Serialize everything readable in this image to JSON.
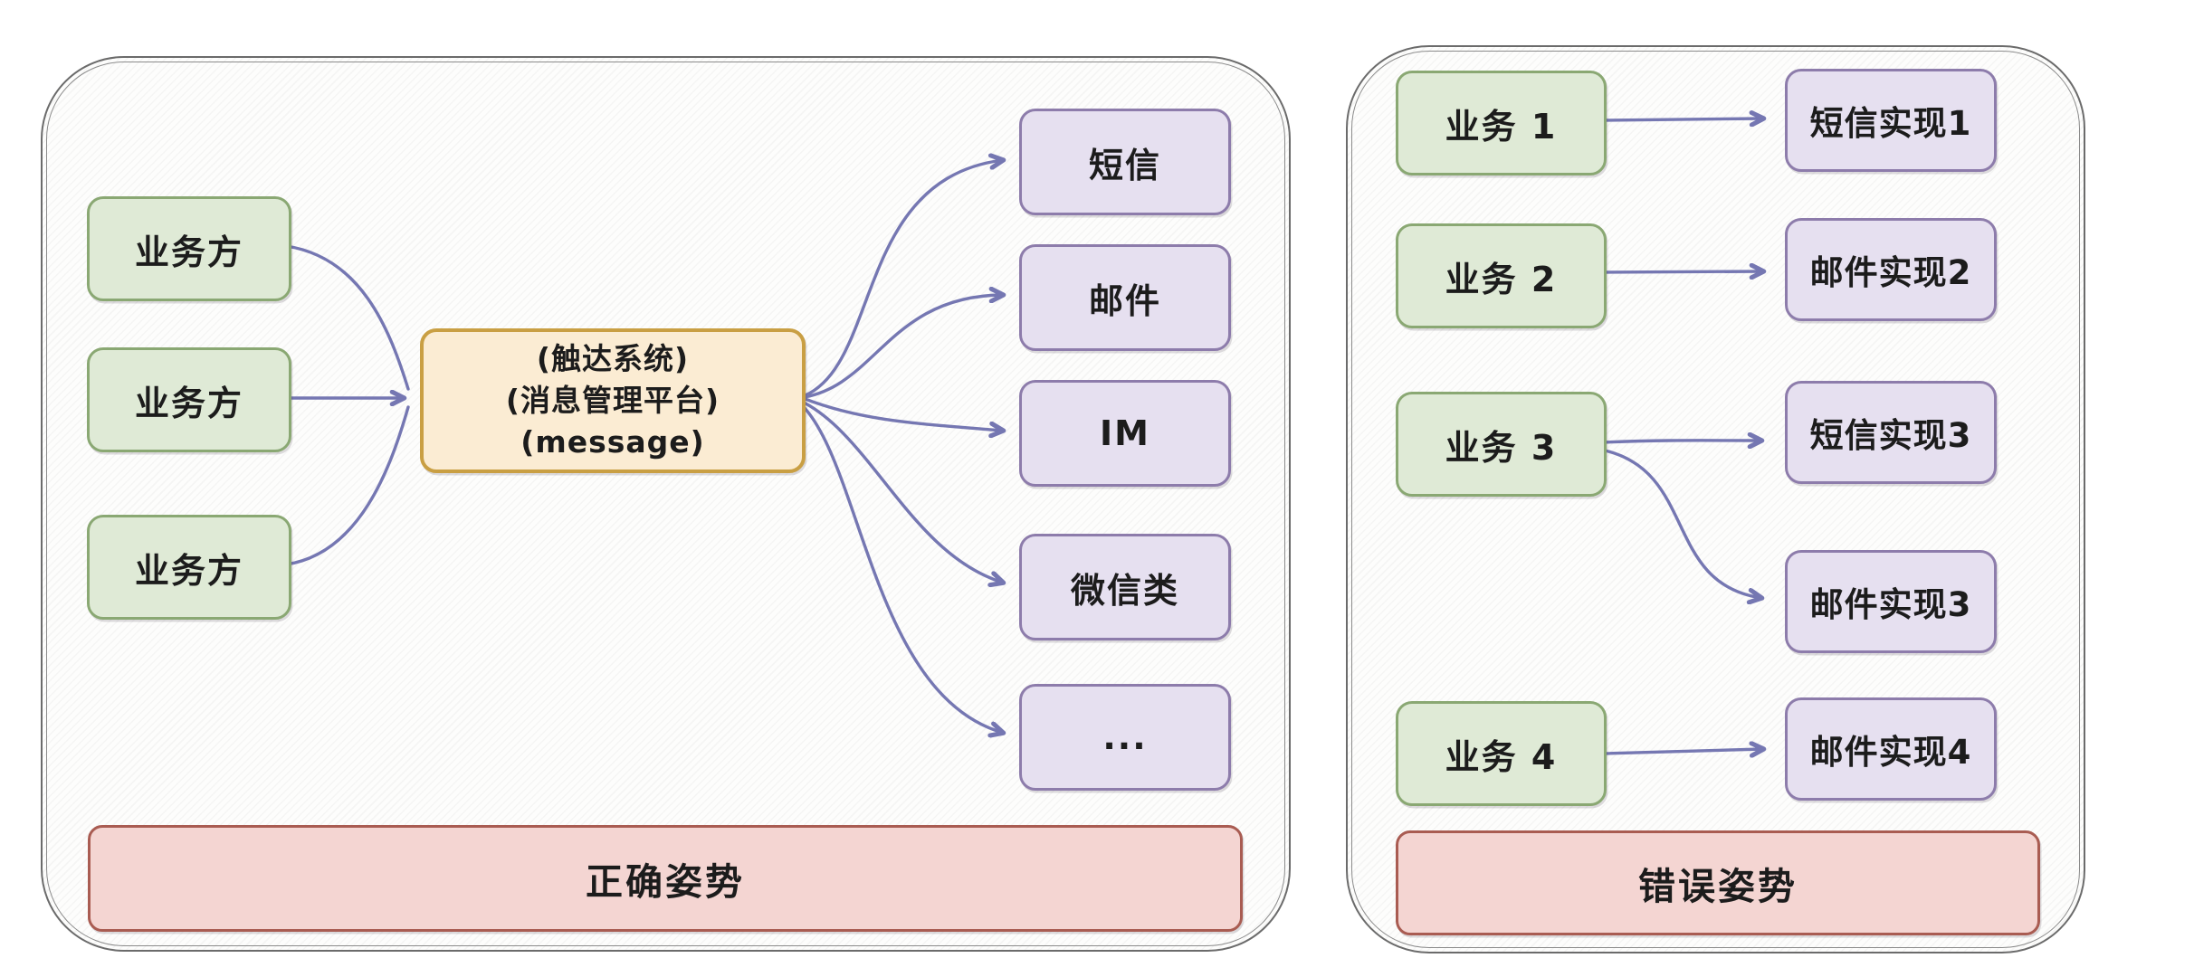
{
  "diagram": {
    "left_panel": {
      "caption": "正确姿势",
      "sources": [
        {
          "label": "业务方"
        },
        {
          "label": "业务方"
        },
        {
          "label": "业务方"
        }
      ],
      "hub": {
        "line1": "(触达系统)",
        "line2": "(消息管理平台)",
        "line3": "(message)"
      },
      "channels": [
        {
          "label": "短信"
        },
        {
          "label": "邮件"
        },
        {
          "label": "IM"
        },
        {
          "label": "微信类"
        },
        {
          "label": "..."
        }
      ]
    },
    "right_panel": {
      "caption": "错误姿势",
      "services": [
        {
          "label": "业务 1"
        },
        {
          "label": "业务 2"
        },
        {
          "label": "业务 3"
        },
        {
          "label": "业务 4"
        }
      ],
      "implementations": [
        {
          "label": "短信实现1"
        },
        {
          "label": "邮件实现2"
        },
        {
          "label": "短信实现3"
        },
        {
          "label": "邮件实现3"
        },
        {
          "label": "邮件实现4"
        }
      ]
    },
    "colors": {
      "source_fill": "#dfead6",
      "source_border": "#8aa873",
      "hub_fill": "#fbecd3",
      "hub_border": "#c99f43",
      "channel_fill": "#e6e0f0",
      "channel_border": "#8d7cab",
      "caption_fill": "#f4d5d2",
      "caption_border": "#a95c52",
      "arrow": "#7577b2",
      "panel_border": "#6b6b6b",
      "text": "#1c1c1c"
    }
  }
}
